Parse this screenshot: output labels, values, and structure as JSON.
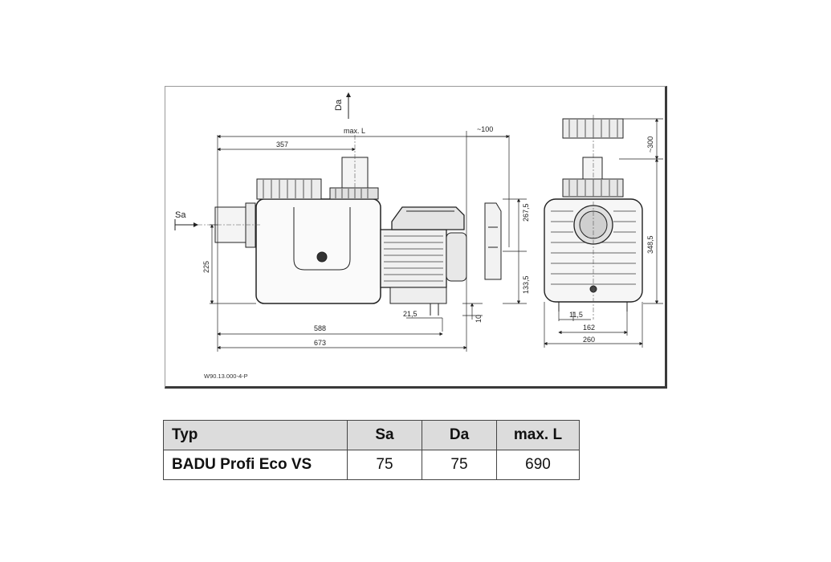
{
  "drawing": {
    "labels": {
      "da": "Da",
      "sa": "Sa",
      "max_l": "max. L",
      "d357": "357",
      "d100": "~100",
      "d2675": "267,5",
      "d225": "225",
      "d1335": "133,5",
      "d215": "21,5",
      "d10": "10",
      "d588": "588",
      "d673": "673",
      "d300": "~300",
      "d3485": "348,5",
      "d115": "11,5",
      "d162": "162",
      "d260": "260"
    },
    "drawing_code": "W90.13.000-4-P"
  },
  "table": {
    "headers": [
      "Typ",
      "Sa",
      "Da",
      "max. L"
    ],
    "rows": [
      [
        "BADU Profi Eco VS",
        "75",
        "75",
        "690"
      ]
    ]
  }
}
